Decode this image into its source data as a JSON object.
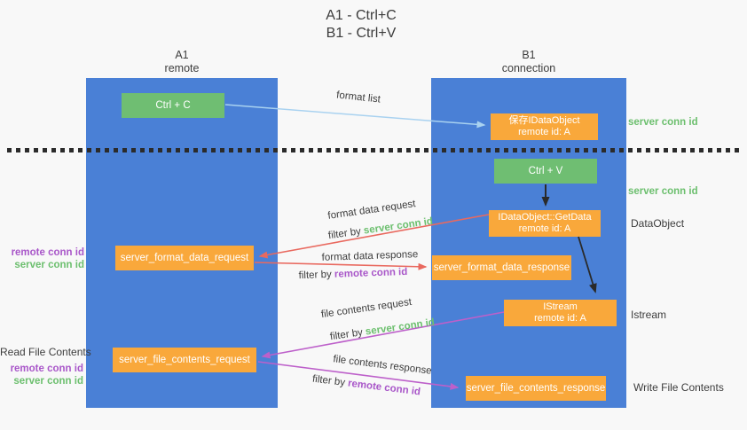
{
  "title": {
    "line1": "A1 - Ctrl+C",
    "line2": "B1 - Ctrl+V"
  },
  "columns": {
    "left": {
      "name": "A1",
      "subtitle": "remote"
    },
    "right": {
      "name": "B1",
      "subtitle": "connection"
    }
  },
  "nodes": {
    "ctrl_c": {
      "label": "Ctrl + C"
    },
    "save_dataobject": {
      "line1": "保存IDataObject",
      "line2": "remote id: A"
    },
    "ctrl_v": {
      "label": "Ctrl + V"
    },
    "getdata": {
      "line1": "IDataObject::GetData",
      "line2": "remote id: A"
    },
    "format_request": {
      "label": "server_format_data_request"
    },
    "format_response": {
      "label": "server_format_data_response"
    },
    "istream": {
      "line1": "IStream",
      "line2": "remote id: A"
    },
    "file_request": {
      "label": "server_file_contents_request"
    },
    "file_response": {
      "label": "server_file_contents_response"
    }
  },
  "arrow_labels": {
    "format_list": "format list",
    "format_data_request": "format data request",
    "format_data_response": "format data response",
    "file_contents_request": "file contents request",
    "file_contents_response": "file contents response",
    "filter_by": "filter by ",
    "server_conn_id": "server conn id",
    "remote_conn_id": "remote conn id"
  },
  "side_labels": {
    "right_server_conn_id_1": "server conn id",
    "right_server_conn_id_2": "server conn id",
    "dataobject": "DataObject",
    "istream": "Istream",
    "write_file_contents": "Write File Contents",
    "left_remote_conn_id_1": "remote conn id",
    "left_server_conn_id_1": "server conn id",
    "read_file_contents": "Read File Contents",
    "left_remote_conn_id_2": "remote conn id",
    "left_server_conn_id_2": "server conn id"
  },
  "colors": {
    "bg": "#f8f8f8",
    "column-blue": "#4a80d6",
    "box-green": "#6fbe72",
    "box-orange": "#f9a83b",
    "arrow-red": "#e9695f",
    "arrow-magenta": "#bd60ca",
    "arrow-blue": "#a9d2f0",
    "arrow-black": "#2a2a2a",
    "text-dark": "#3d3d3d",
    "text-green": "#6cbf6e",
    "text-purple": "#a957c9"
  }
}
